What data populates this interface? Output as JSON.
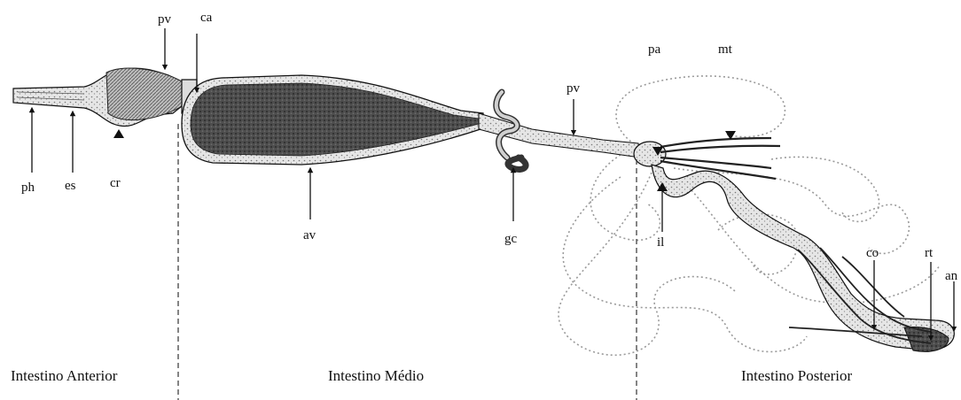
{
  "labels": {
    "ph": "ph",
    "es": "es",
    "cr": "cr",
    "pv_left": "pv",
    "ca": "ca",
    "av": "av",
    "gc": "gc",
    "pv_right": "pv",
    "pa": "pa",
    "mt": "mt",
    "il": "il",
    "co": "co",
    "rt": "rt",
    "an": "an"
  },
  "regions": {
    "anterior": "Intestino Anterior",
    "medio": "Intestino Médio",
    "posterior": "Intestino Posterior"
  },
  "colors": {
    "ink": "#111111",
    "tissue_dark": "#4a4a4a",
    "tissue_light": "#cfcfcf",
    "dotted": "#9a9a9a"
  }
}
